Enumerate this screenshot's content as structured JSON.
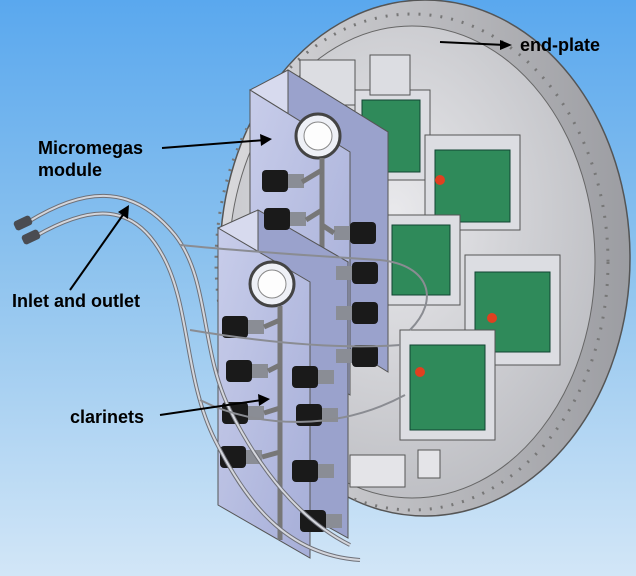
{
  "labels": {
    "end_plate": "end-plate",
    "micromegas_line1": "Micromegas",
    "micromegas_line2": "module",
    "inlet_outlet": "Inlet and outlet",
    "clarinets": "clarinets"
  },
  "colors": {
    "background_top": "#5aa8ee",
    "background_bottom": "#d2e6f7",
    "end_plate": "#cfd0d4",
    "module_panel": "#b4bbe0",
    "pcb": "#2f8a5a",
    "connector": "#1a1a1a"
  }
}
